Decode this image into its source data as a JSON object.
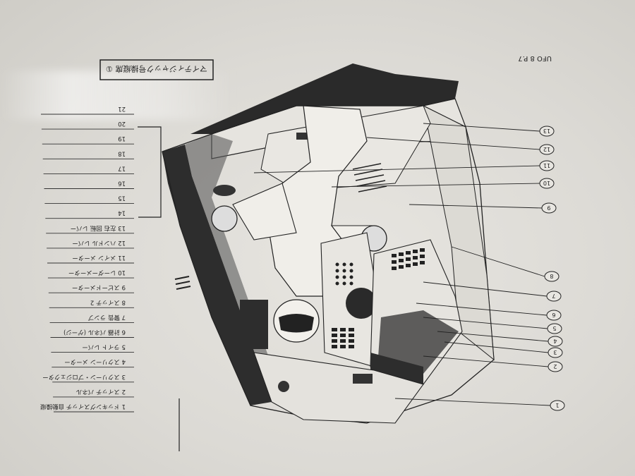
{
  "sheet": {
    "title": "マイティジャック号操縦席 ①",
    "corner_label": "UFO 8 P.7",
    "legend": [
      "1 ドッキングスイッチ 自動操縦",
      "2 スイッチ パネル",
      "3 スクリーン・プロジェクター",
      "4 スクリーン メーター",
      "5 ライト レバー",
      "6 計器 パネル (ゲージ)",
      "7 警告 ランプ",
      "8 スイッチ 2",
      "9 スピードメーター",
      "10 レーダーメーター",
      "11 メイン メーター",
      "12 ハンドル レバー",
      "13 左右 回転 レバー",
      "14",
      "15",
      "16",
      "17",
      "18",
      "19",
      "20",
      "21"
    ],
    "callouts": [
      "13",
      "12",
      "11",
      "10",
      "9",
      "8",
      "7",
      "6",
      "5",
      "4",
      "3",
      "2",
      "1"
    ]
  },
  "colors": {
    "paper": "#e2e0db",
    "ink": "#1f1f1f",
    "shadow": "#2a2a2a"
  }
}
